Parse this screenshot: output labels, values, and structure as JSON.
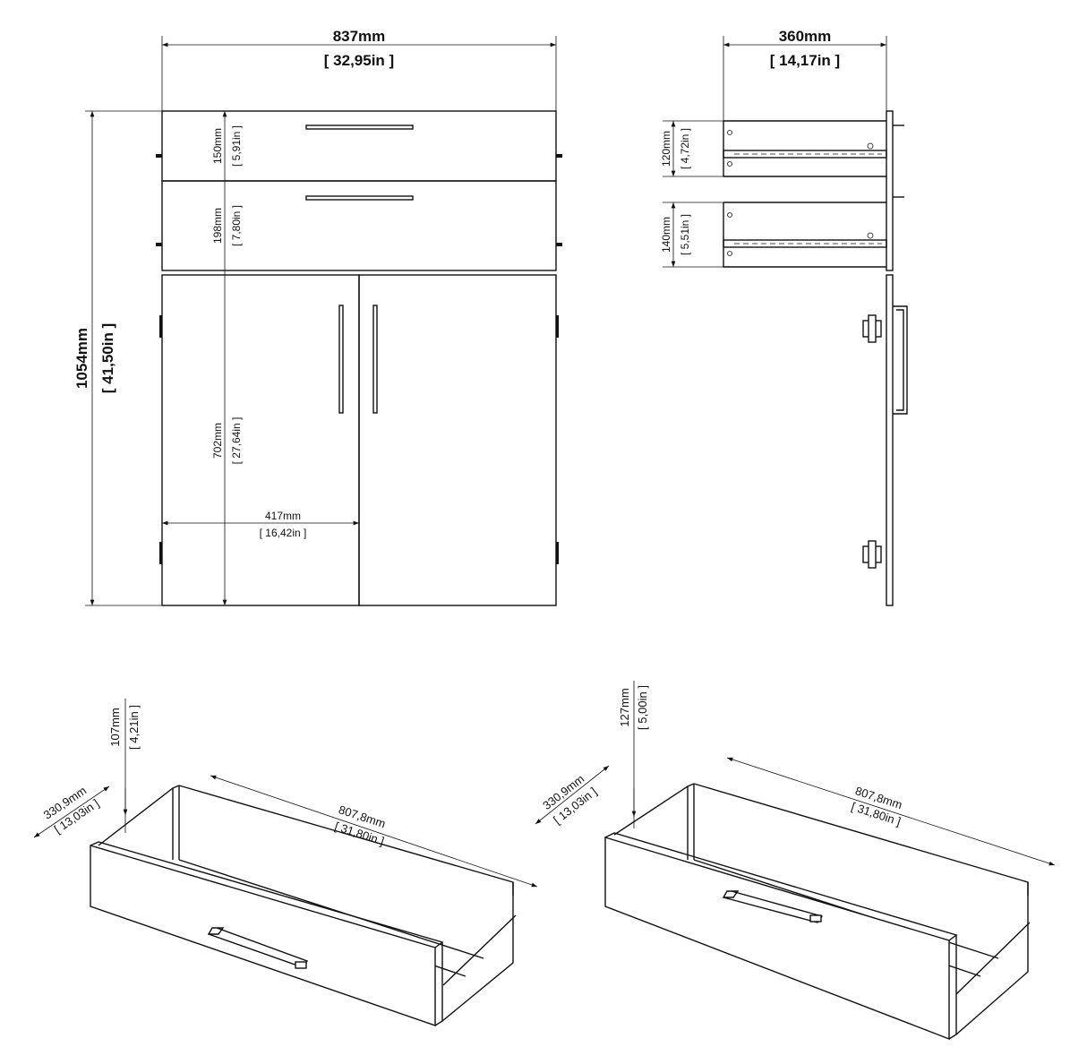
{
  "front_view": {
    "width_mm": "837mm",
    "width_in": "[ 32,95in ]",
    "height_mm": "1054mm",
    "height_in": "[ 41,50in ]",
    "drawer1_mm": "150mm",
    "drawer1_in": "[ 5,91in ]",
    "drawer2_mm": "198mm",
    "drawer2_in": "[ 7,80in ]",
    "door_height_mm": "702mm",
    "door_height_in": "[ 27,64in ]",
    "door_width_mm": "417mm",
    "door_width_in": "[ 16,42in ]"
  },
  "side_view": {
    "depth_mm": "360mm",
    "depth_in": "[ 14,17in ]",
    "drawer1_mm": "120mm",
    "drawer1_in": "[ 4,72in ]",
    "drawer2_mm": "140mm",
    "drawer2_in": "[ 5,51in ]"
  },
  "drawer_small": {
    "height_mm": "107mm",
    "height_in": "[ 4,21in ]",
    "depth_mm": "330,9mm",
    "depth_in": "[ 13,03in ]",
    "width_mm": "807,8mm",
    "width_in": "[ 31,80in ]"
  },
  "drawer_large": {
    "height_mm": "127mm",
    "height_in": "[ 5,00in ]",
    "depth_mm": "330,9mm",
    "depth_in": "[ 13,03in ]",
    "width_mm": "807,8mm",
    "width_in": "[ 31,80in ]"
  }
}
